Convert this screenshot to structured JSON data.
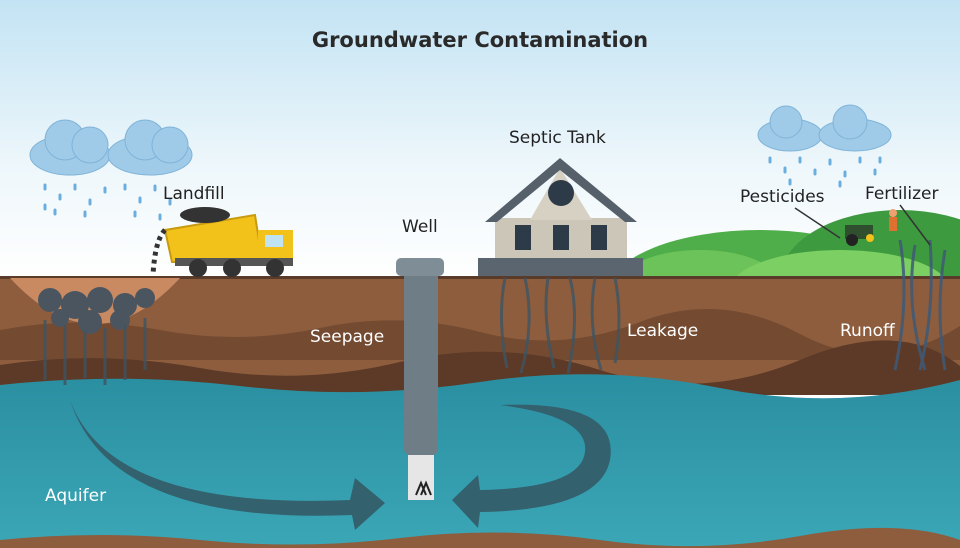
{
  "title": "Groundwater Contamination",
  "labels": {
    "landfill": "Landfill",
    "well": "Well",
    "septic_tank": "Septic Tank",
    "pesticides": "Pesticides",
    "fertilizer": "Fertilizer",
    "seepage": "Seepage",
    "leakage": "Leakage",
    "runoff": "Runoff",
    "aquifer": "Aquifer"
  },
  "colors": {
    "sky_top": "#bfe0f2",
    "soil": "#8a5a3c",
    "water": "#2f93a6",
    "flow_arrow": "#34606d",
    "truck": "#f2c21b"
  }
}
